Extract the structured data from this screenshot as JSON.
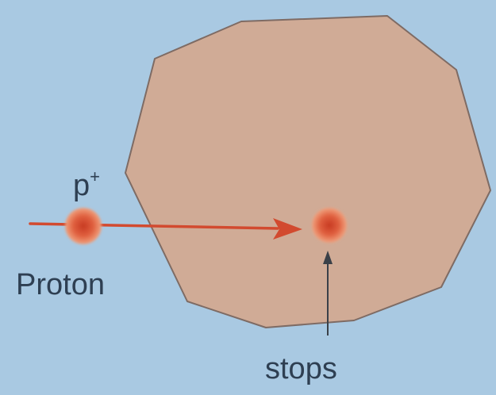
{
  "particle": {
    "symbol_base": "p",
    "symbol_charge": "+",
    "name": "Proton"
  },
  "annotation": {
    "stop_label": "stops"
  },
  "colors": {
    "background": "#a9c9e2",
    "material_fill": "#d0ab96",
    "material_stroke": "#7e6b64",
    "particle": "#dd5a3a",
    "trajectory_arrow": "#d24a2f",
    "pointer_arrow": "#3a4048",
    "text": "#2e3f52"
  }
}
